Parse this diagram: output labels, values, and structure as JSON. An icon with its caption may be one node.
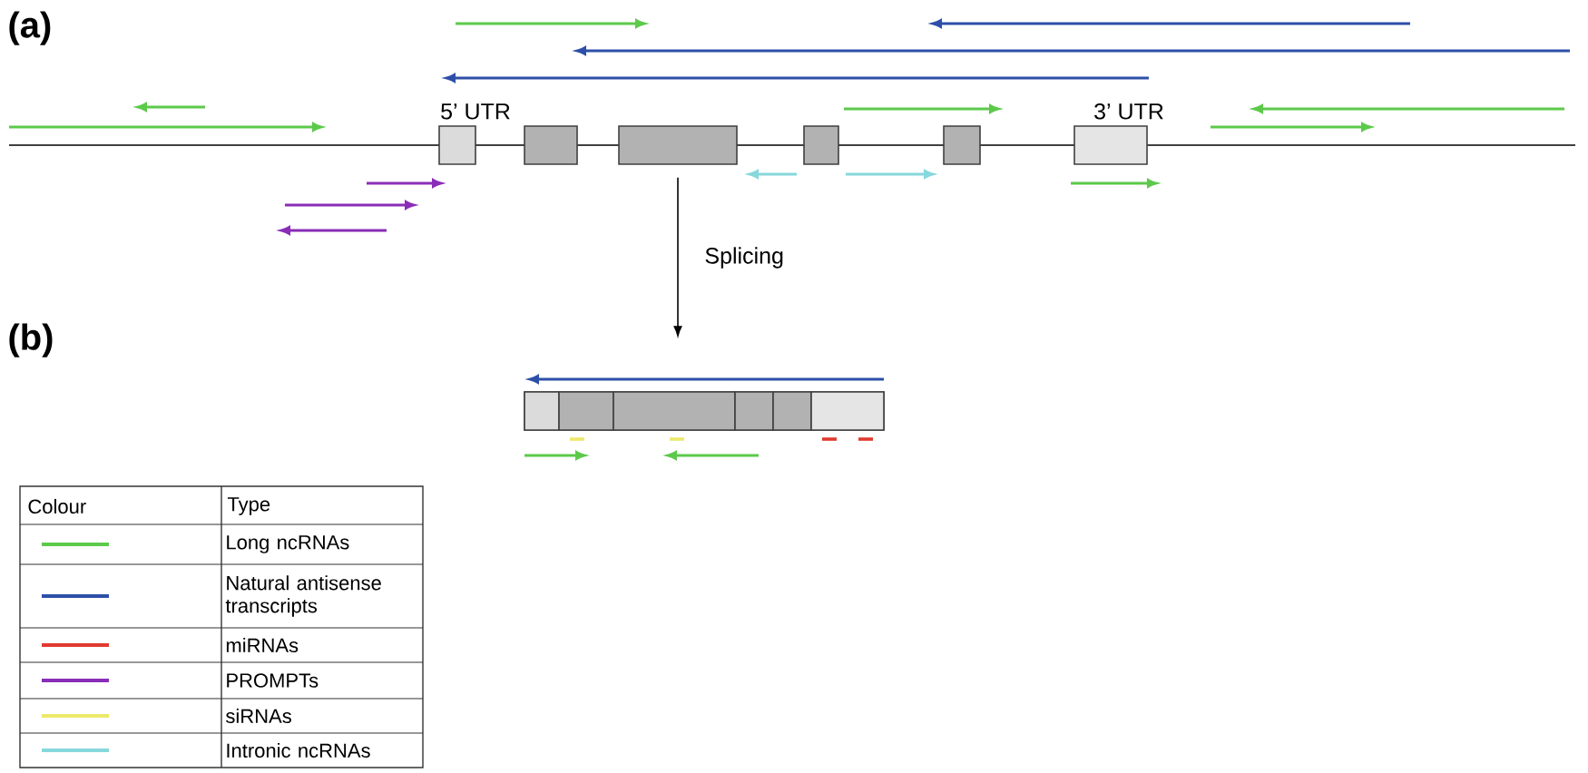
{
  "diagram": {
    "nodes": [
      {
        "text": [],
        "shape": "box",
        "beside": [
          "5’ UTR"
        ]
      },
      {
        "text": [],
        "shape": "box"
      },
      {
        "text": [],
        "shape": "box"
      },
      {
        "text": [],
        "shape": "box"
      },
      {
        "text": [],
        "shape": "box"
      },
      {
        "text": [],
        "shape": "box",
        "beside": [
          "3’ UTR"
        ]
      },
      {
        "text": [],
        "shape": "box"
      }
    ],
    "edges": [
      {
        "from": 2,
        "to": 6,
        "arrow": "to",
        "label": "Splicing"
      }
    ],
    "labels": [
      "(a)",
      "(b)",
      "Colour",
      "Type"
    ],
    "legend": [
      {
        "text": "Long ncRNAs",
        "color": "#5cc94a"
      },
      {
        "text": "Natural antisense transcripts",
        "color": "#2d4fa8"
      },
      {
        "text": "miRNAs",
        "color": "#e03a2e"
      },
      {
        "text": "PROMPTs",
        "color": "#8a2db8"
      },
      {
        "text": "siRNAs",
        "color": "#ece96a"
      },
      {
        "text": "Intronic ncRNAs",
        "color": "#86d8dc"
      }
    ]
  }
}
